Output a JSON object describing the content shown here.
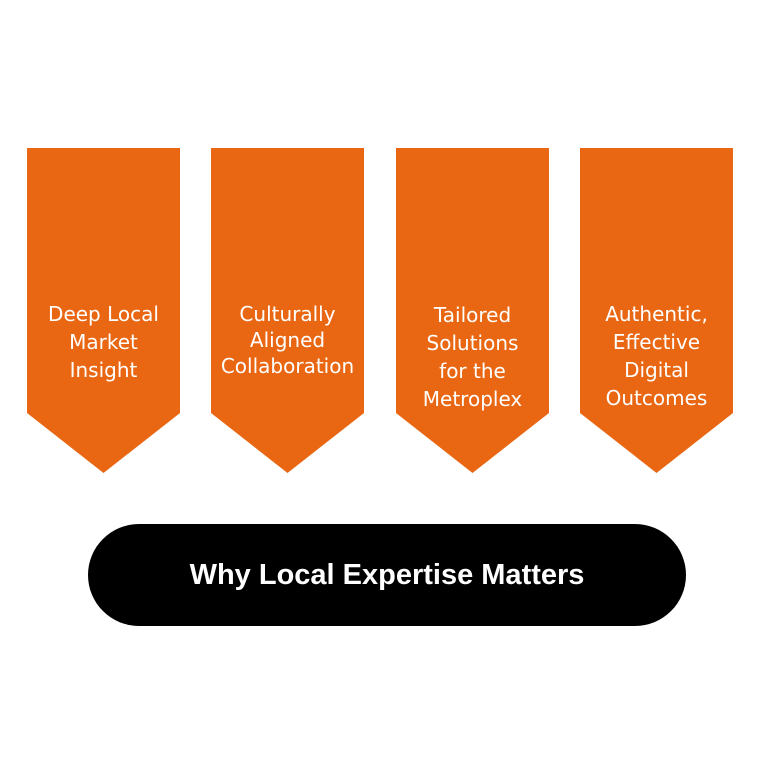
{
  "accent_color": "#E96712",
  "cards": [
    {
      "text": "Deep Local\nMarket\nInsight"
    },
    {
      "text": "Culturally\nAligned\nCollaboration"
    },
    {
      "text": "Tailored\nSolutions\nfor the\nMetroplex"
    },
    {
      "text": "Authentic,\nEffective\nDigital\nOutcomes"
    }
  ],
  "title": "Why Local Expertise Matters"
}
